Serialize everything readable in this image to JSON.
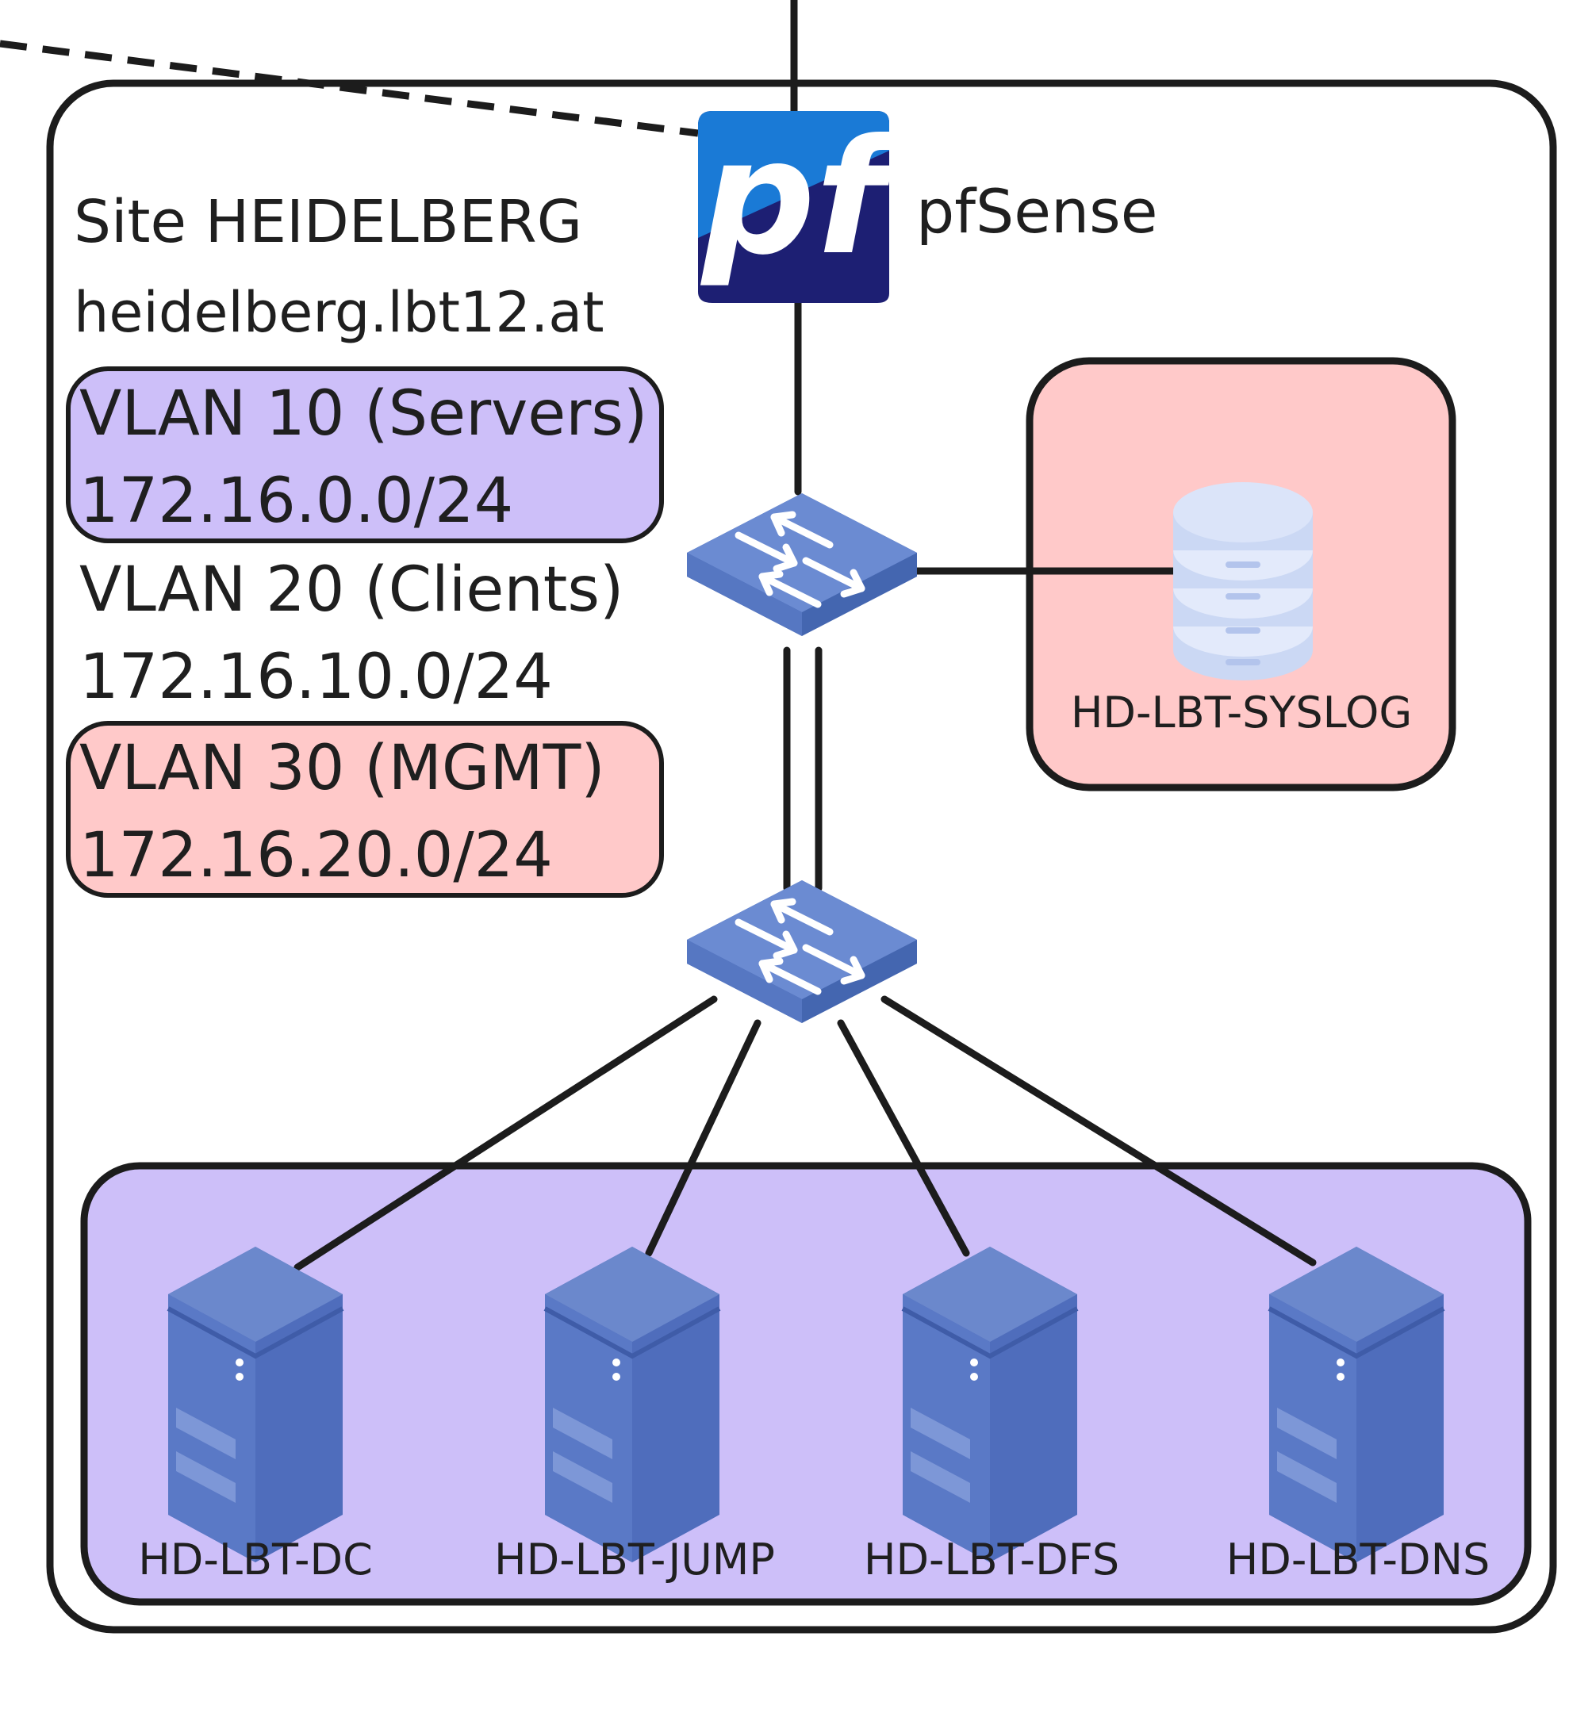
{
  "site": {
    "title": "Site HEIDELBERG",
    "domain": "heidelberg.lbt12.at"
  },
  "firewall": {
    "logo_text": "pf",
    "label": "pfSense"
  },
  "vlans": [
    {
      "name": "VLAN 10 (Servers)",
      "subnet": "172.16.0.0/24",
      "color": "#cdbff9",
      "highlighted": true
    },
    {
      "name": "VLAN 20 (Clients)",
      "subnet": "172.16.10.0/24",
      "color": "#ffffff",
      "highlighted": false
    },
    {
      "name": "VLAN 30 (MGMT)",
      "subnet": "172.16.20.0/24",
      "color": "#ffc9c9",
      "highlighted": true
    }
  ],
  "syslog": {
    "label": "HD-LBT-SYSLOG",
    "color": "#ffc9c9",
    "icon": "database-icon"
  },
  "servers": [
    {
      "label": "HD-LBT-DC"
    },
    {
      "label": "HD-LBT-JUMP"
    },
    {
      "label": "HD-LBT-DFS"
    },
    {
      "label": "HD-LBT-DNS"
    }
  ],
  "colors": {
    "servers_zone": "#cdbff9",
    "mgmt_zone": "#ffc9c9",
    "device_blue": "#4f6fbf",
    "pf_top": "#1a7ad6",
    "pf_bottom": "#1d1f73"
  }
}
